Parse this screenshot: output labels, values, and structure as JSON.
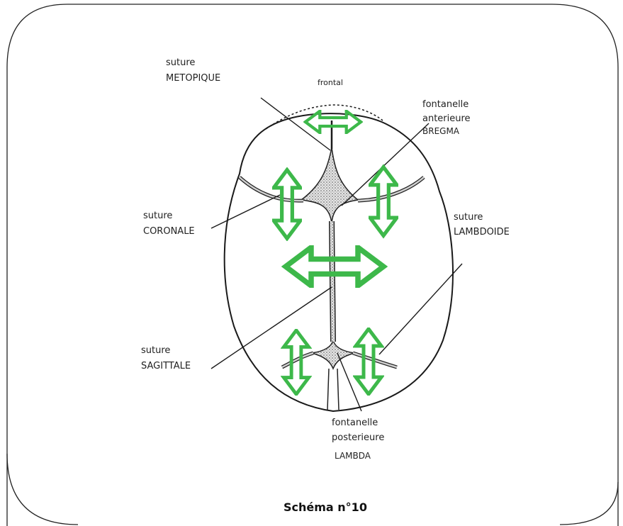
{
  "labels": {
    "suture_metopique": [
      "suture",
      "METOPIQUE"
    ],
    "frontal": "frontal",
    "fontanelle_anterieure": [
      "fontanelle",
      "anterieure",
      "BREGMA"
    ],
    "suture_coronale": [
      "suture",
      "CORONALE"
    ],
    "suture_lambdoide": [
      "suture",
      "LAMBDOIDE"
    ],
    "suture_sagittale": [
      "suture",
      "SAGITTALE"
    ],
    "fontanelle_posterieure": [
      "fontanelle",
      "posterieure",
      "LAMBDA"
    ]
  },
  "caption": "Schéma n°10",
  "colors": {
    "arrow": "#3db84a",
    "outline": "#1a1a1a",
    "fontanelle_fill": "#bdbdbd",
    "frame": "#222222"
  }
}
